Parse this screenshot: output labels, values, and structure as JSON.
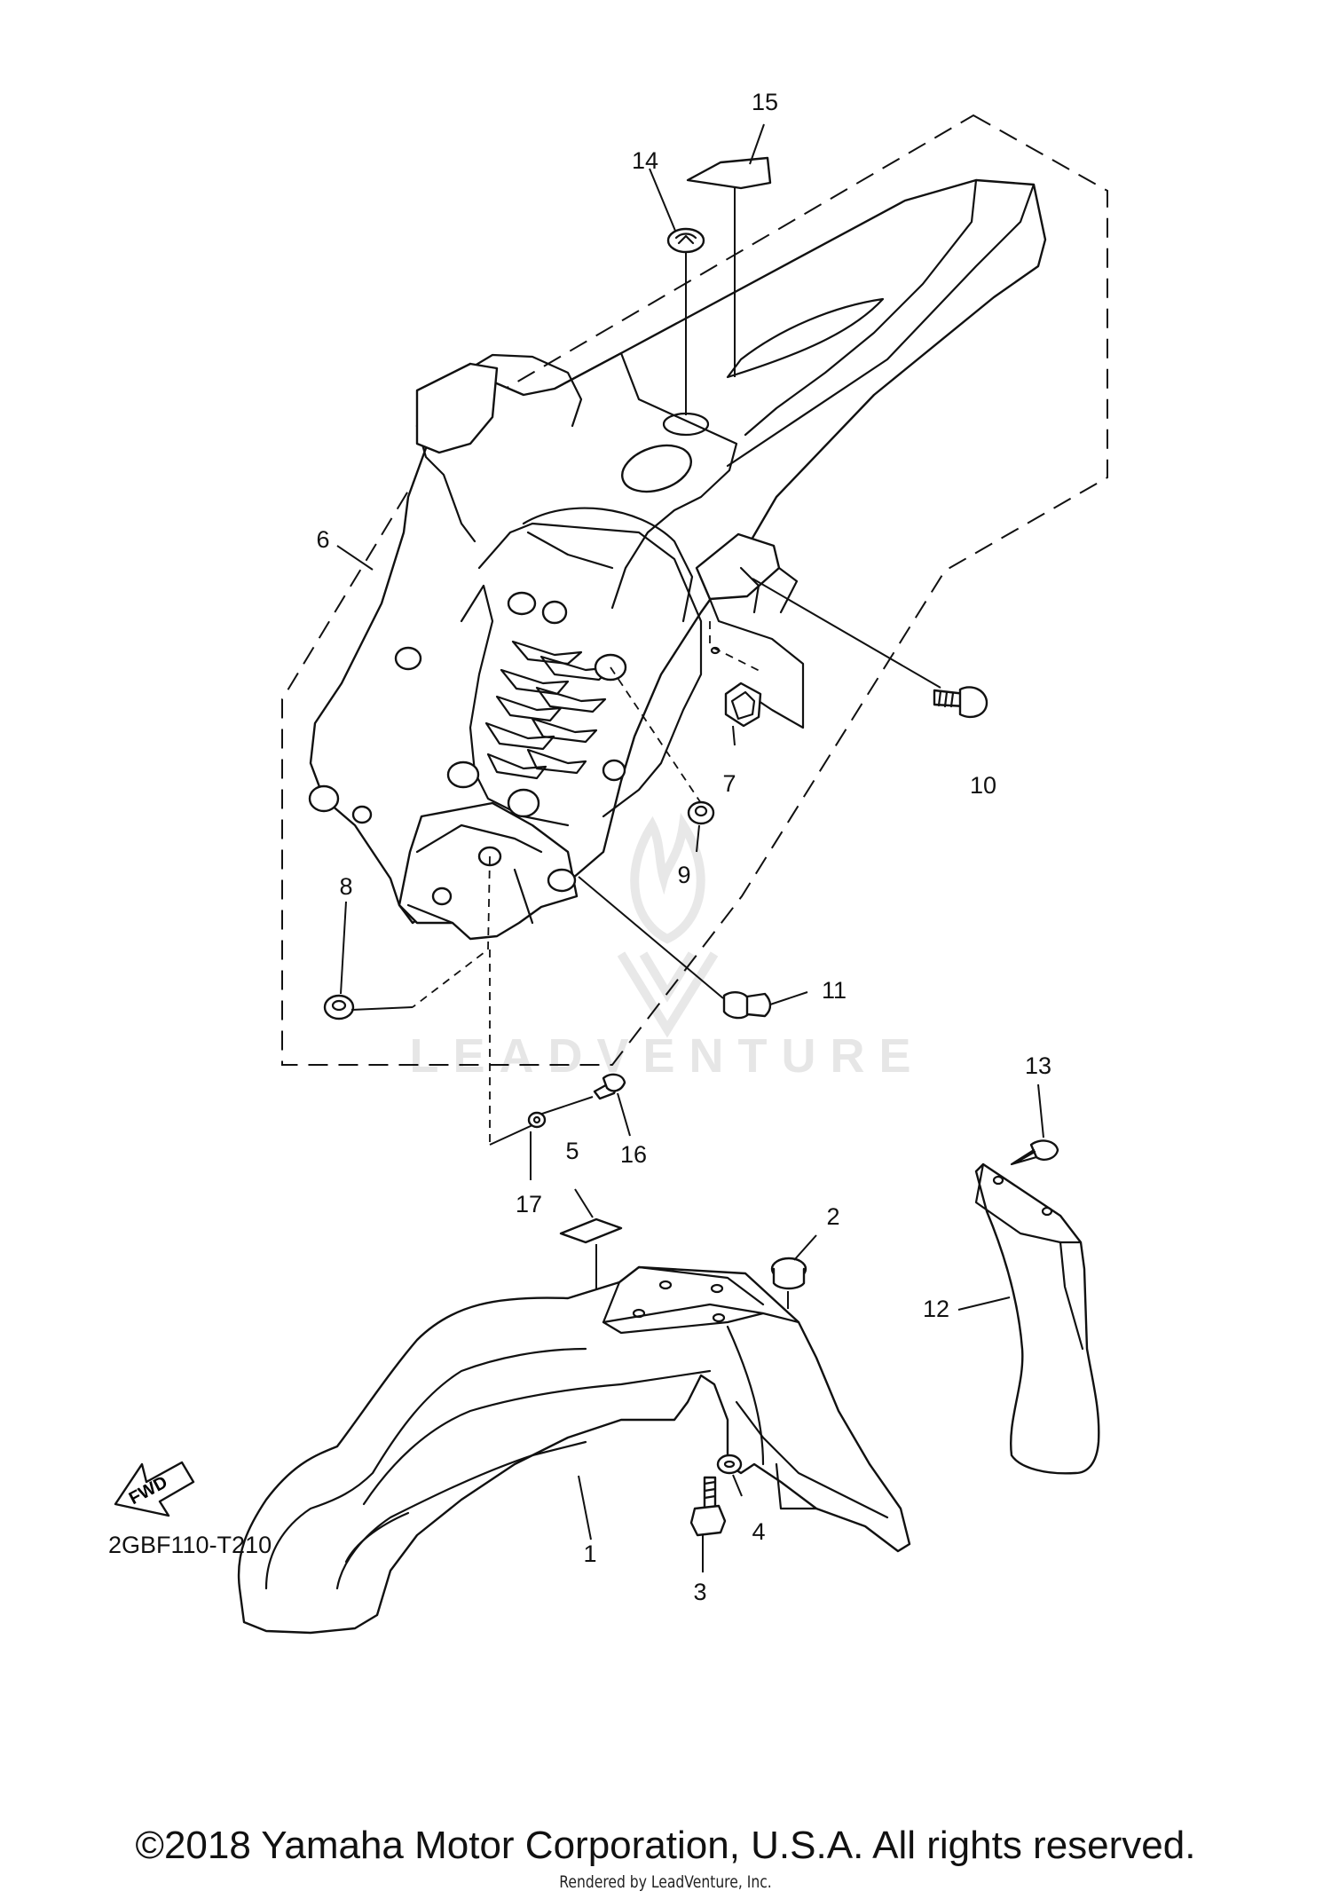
{
  "diagram": {
    "callouts": [
      {
        "id": "1",
        "label": "1"
      },
      {
        "id": "2",
        "label": "2"
      },
      {
        "id": "3",
        "label": "3"
      },
      {
        "id": "4",
        "label": "4"
      },
      {
        "id": "5",
        "label": "5"
      },
      {
        "id": "6",
        "label": "6"
      },
      {
        "id": "7",
        "label": "7"
      },
      {
        "id": "8",
        "label": "8"
      },
      {
        "id": "9",
        "label": "9"
      },
      {
        "id": "10",
        "label": "10"
      },
      {
        "id": "11",
        "label": "11"
      },
      {
        "id": "12",
        "label": "12"
      },
      {
        "id": "13",
        "label": "13"
      },
      {
        "id": "14",
        "label": "14"
      },
      {
        "id": "15",
        "label": "15"
      },
      {
        "id": "16",
        "label": "16"
      },
      {
        "id": "17",
        "label": "17"
      }
    ],
    "direction_arrow": "FWD",
    "diagram_code": "2GBF110-T210",
    "watermark": "LEADVENTURE"
  },
  "footer": {
    "copyright": "©2018 Yamaha Motor Corporation, U.S.A. All rights reserved.",
    "rendered_by": "Rendered by LeadVenture, Inc."
  },
  "icons": {
    "watermark_logo": "flame-v-logo-icon",
    "fwd_arrow": "forward-arrow-icon"
  }
}
